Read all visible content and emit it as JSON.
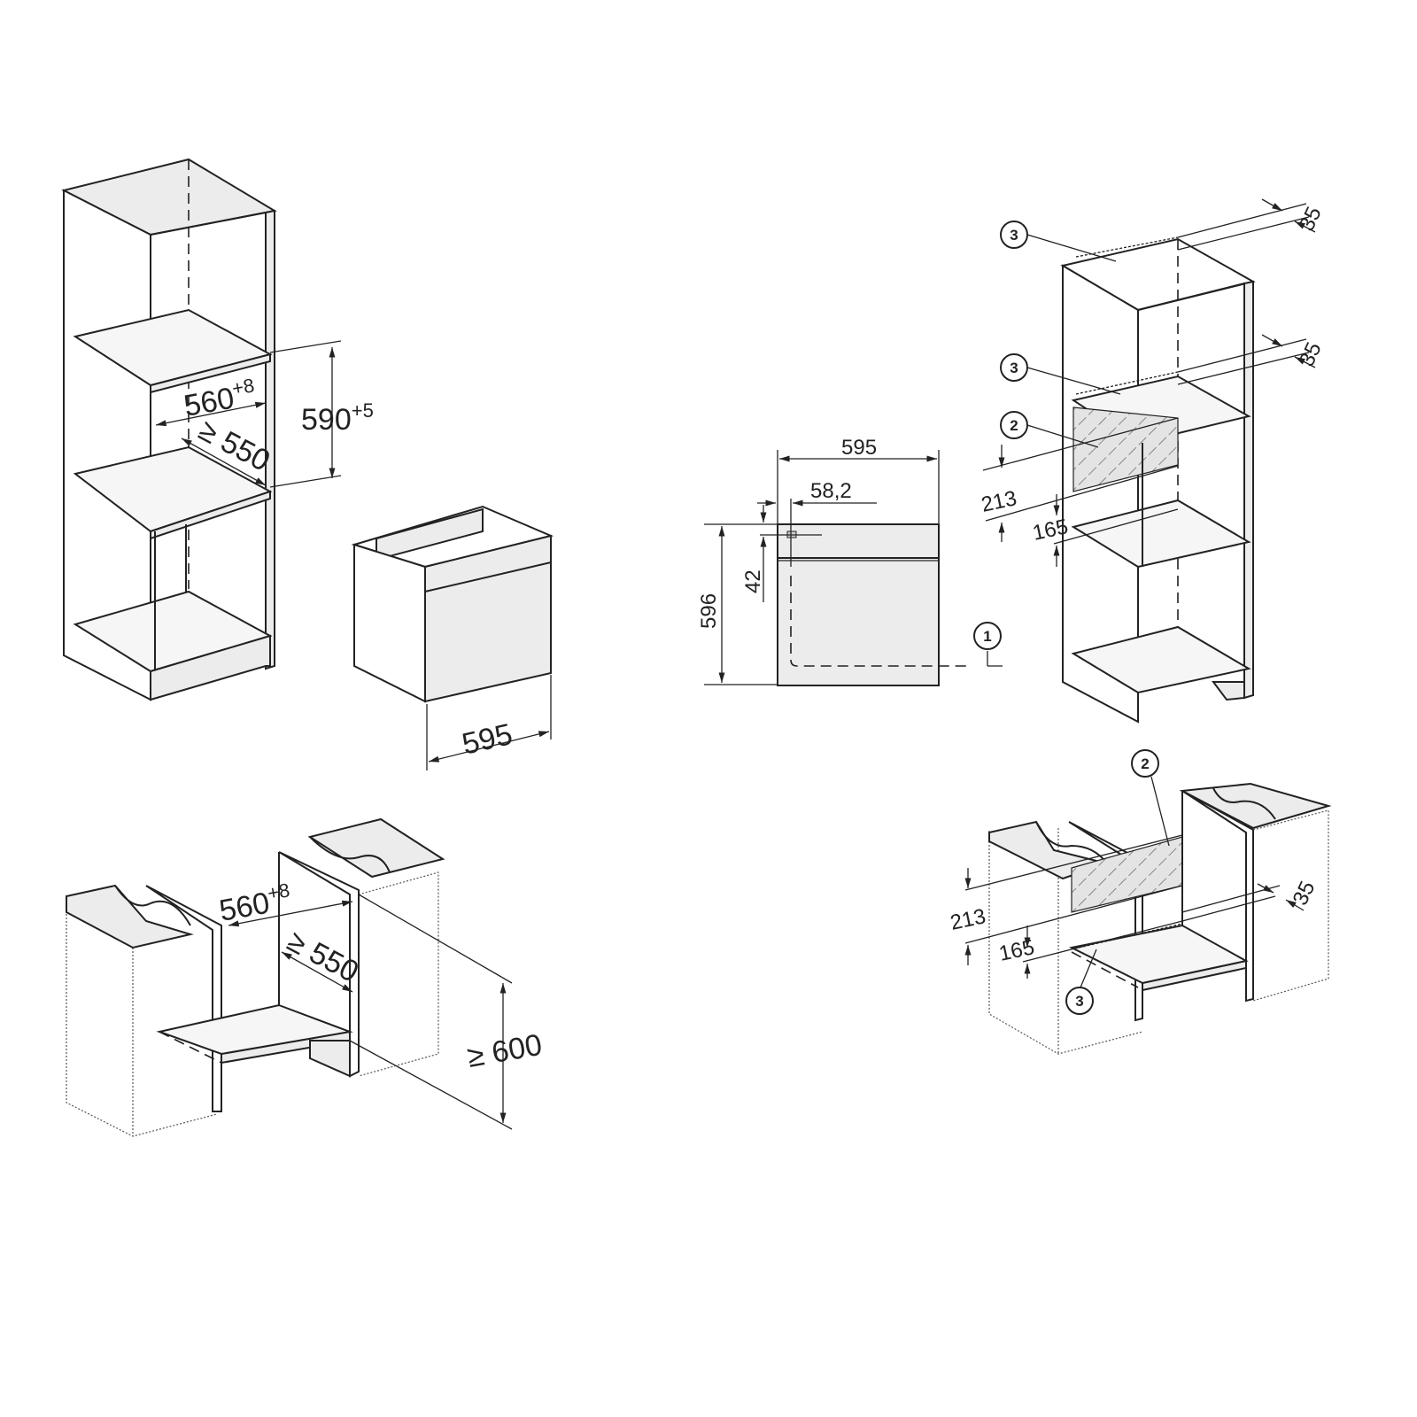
{
  "tall_cabinet_niche": {
    "width": "560",
    "width_tol": "+8",
    "height": "590",
    "height_tol": "+5",
    "depth": "≥ 550"
  },
  "oven_iso": {
    "width": "595"
  },
  "base_cabinet_niche": {
    "width": "560",
    "width_tol": "+8",
    "depth": "≥ 550",
    "height": "≥ 600"
  },
  "oven_front_view": {
    "width": "595",
    "offset": "58,2",
    "height": "596",
    "top_offset": "42",
    "callout": "1"
  },
  "tall_cabinet_ventilation": {
    "callout_top": "3",
    "callout_mid": "3",
    "callout_panel": "2",
    "gap_top": "35",
    "gap_mid": "35",
    "dim_213": "213",
    "dim_165": "165"
  },
  "base_cabinet_ventilation": {
    "callout_panel": "2",
    "callout_bottom": "3",
    "gap": "35",
    "dim_213": "213",
    "dim_165": "165"
  },
  "colors": {
    "line": "#222222",
    "face": "#ececec",
    "background": "#ffffff"
  }
}
